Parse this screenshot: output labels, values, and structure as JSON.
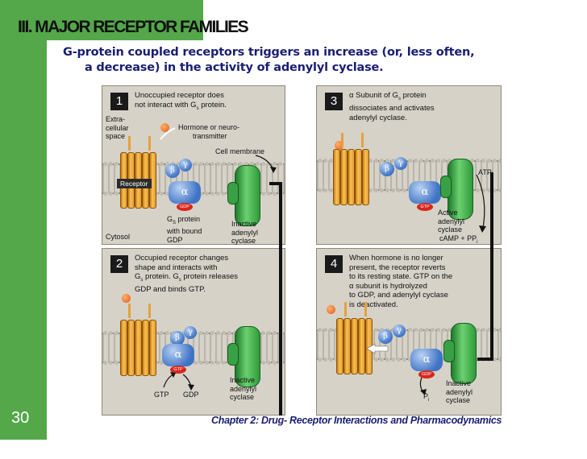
{
  "slide": {
    "title": "III. MAJOR RECEPTOR FAMILIES",
    "subtitle_line1": "G-protein coupled receptors triggers an increase (or, less often,",
    "subtitle_line2": "a decrease) in the activity of adenylyl cyclase.",
    "page_number": "30",
    "footer": "Chapter 2: Drug- Receptor Interactions and Pharmacodynamics"
  },
  "colors": {
    "green": "#54a84a",
    "navy": "#1a1e72",
    "panel": "#d6d2c8"
  },
  "panels": [
    {
      "number": "1",
      "caption_line1": "Unoccupied receptor does",
      "caption_line2": "not interact with G",
      "caption_sub": "s",
      "caption_line2_end": " protein.",
      "extracellular_line1": "Extra-",
      "extracellular_line2": "cellular",
      "extracellular_line3": "space",
      "hormone_line1": "Hormone or neuro-",
      "hormone_line2": "transmitter",
      "cell_membrane": "Cell membrane",
      "receptor": "Receptor",
      "gs_line1": "G",
      "gs_sub": "S",
      "gs_line1_end": " protein",
      "gs_line2": "with bound",
      "gs_line3": "GDP",
      "inactive_line1": "Inactive",
      "inactive_line2": "adenylyl",
      "inactive_line3": "cyclase",
      "cytosol": "Cytosol",
      "beta": "β",
      "gamma": "γ",
      "alpha": "α",
      "gdp_chip": "GDP"
    },
    {
      "number": "2",
      "caption_line1": "Occupied receptor changes",
      "caption_line2": "shape and interacts with",
      "caption_line3": "G",
      "caption_sub": "s",
      "caption_line3_end": " protein. G",
      "caption_sub2": "s",
      "caption_line3_end2": " protein releases",
      "caption_line4": "GDP and binds GTP.",
      "gtp": "GTP",
      "gdp": "GDP",
      "inactive_line1": "Inactive",
      "inactive_line2": "adenylyl",
      "inactive_line3": "cyclase",
      "beta": "β",
      "gamma": "γ",
      "alpha": "α",
      "gtp_chip": "GTP"
    },
    {
      "number": "3",
      "caption_line1a": "α Subunit of G",
      "caption_sub": "s",
      "caption_line1b": " protein",
      "caption_line2": "dissociates and activates",
      "caption_line3": "adenylyl cyclase.",
      "atp": "ATP",
      "active_line1": "Active",
      "active_line2": "adenylyl",
      "active_line3": "cyclase",
      "camp": "cAMP + PP",
      "camp_sub": "i",
      "beta": "β",
      "gamma": "γ",
      "alpha": "α",
      "gtp_chip": "GTP"
    },
    {
      "number": "4",
      "caption_line1": "When hormone is no longer",
      "caption_line2": "present, the receptor reverts",
      "caption_line3": "to its resting state. GTP on the",
      "caption_line4": "α subunit is hydrolyzed",
      "caption_line5": "to GDP, and adenylyl cyclase",
      "caption_line6": "is deactivated.",
      "pi": "P",
      "pi_sub": "i",
      "inactive_line1": "Inactive",
      "inactive_line2": "adenylyl",
      "inactive_line3": "cyclase",
      "beta": "β",
      "gamma": "γ",
      "alpha": "α",
      "gdp_chip": "GDP"
    }
  ]
}
